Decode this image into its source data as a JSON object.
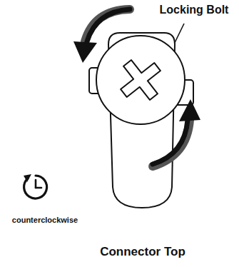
{
  "diagram": {
    "caption": "Connector Top",
    "labels": [
      "Locking Bolt",
      "counterclockwise"
    ]
  }
}
